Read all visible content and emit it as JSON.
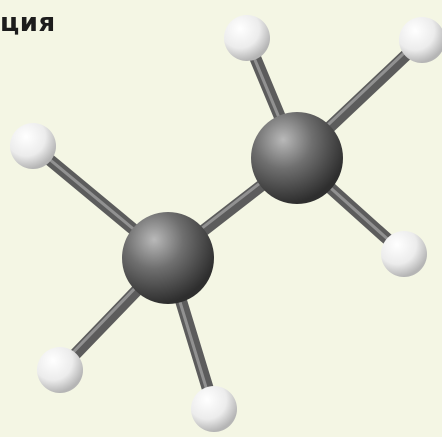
{
  "caption": "ция",
  "molecule": {
    "atoms": [
      {
        "id": "c1",
        "element": "C"
      },
      {
        "id": "c2",
        "element": "C"
      },
      {
        "id": "h1",
        "element": "H"
      },
      {
        "id": "h2",
        "element": "H"
      },
      {
        "id": "h3",
        "element": "H"
      },
      {
        "id": "h4",
        "element": "H"
      },
      {
        "id": "h5",
        "element": "H"
      },
      {
        "id": "h6",
        "element": "H"
      }
    ],
    "bonds": [
      [
        "c1",
        "c2"
      ],
      [
        "c1",
        "h1"
      ],
      [
        "c1",
        "h2"
      ],
      [
        "c1",
        "h3"
      ],
      [
        "c2",
        "h4"
      ],
      [
        "c2",
        "h5"
      ],
      [
        "c2",
        "h6"
      ]
    ],
    "colors": {
      "background": "#f4f6e4",
      "carbon": "#6a6a6a",
      "hydrogen": "#f2f2f2",
      "bond": "#5c5c5c"
    }
  }
}
